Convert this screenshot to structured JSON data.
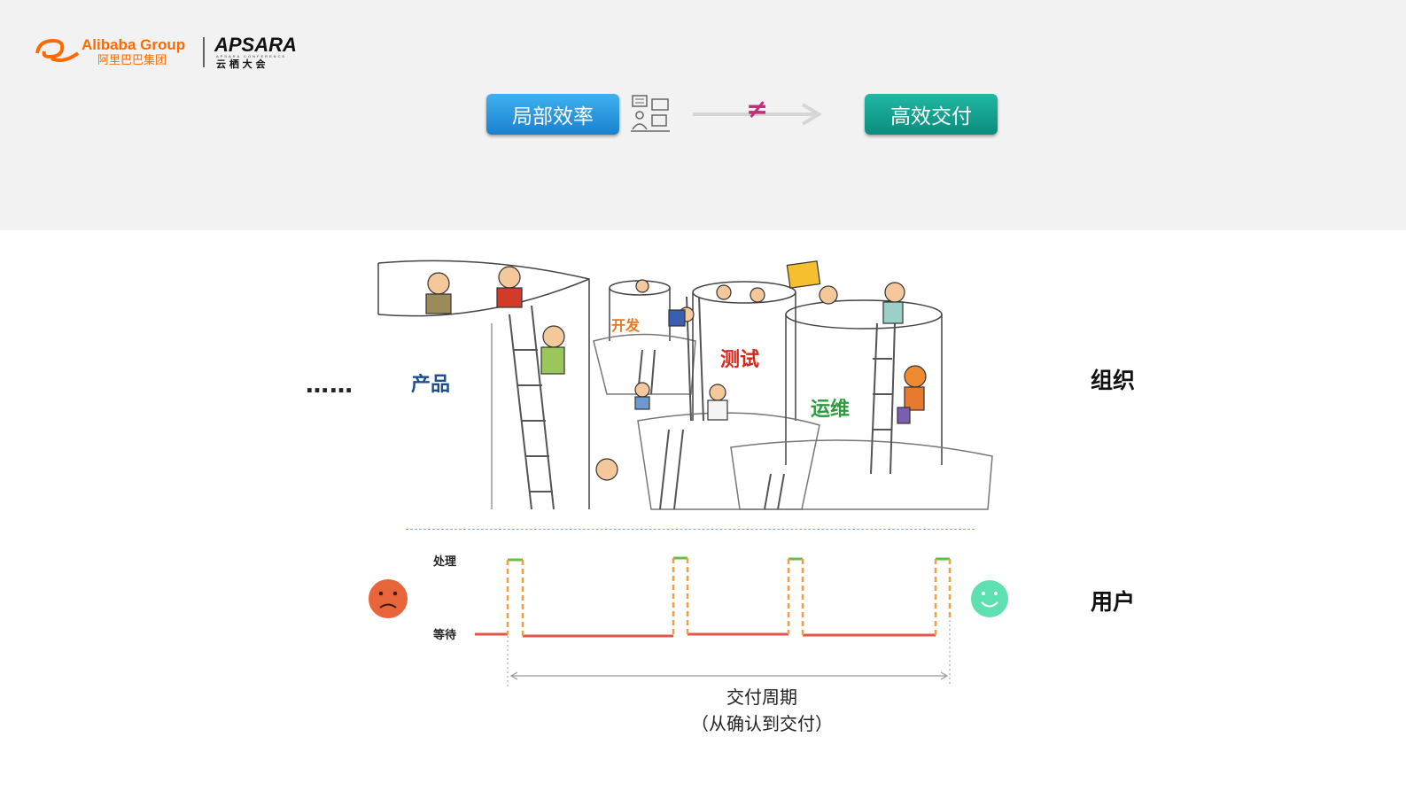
{
  "header": {
    "brand_en": "Alibaba Group",
    "brand_cn": "阿里巴巴集团",
    "event_en": "APSARA",
    "event_sub": "APSARA CONFERENCE",
    "event_cn": "云 栖 大 会"
  },
  "equation": {
    "left_label": "局部效率",
    "operator": "≠",
    "right_label": "高效交付",
    "icon": "team-icon"
  },
  "illustration": {
    "labels": {
      "product": "产品",
      "dev": "开发",
      "test": "测试",
      "ops": "运维"
    },
    "ellipsis": "……",
    "colors": {
      "product": "#1f4e8c",
      "dev": "#e87722",
      "test": "#d9261c",
      "ops": "#2e9b3f"
    }
  },
  "side_labels": {
    "org": "组织",
    "user": "用户"
  },
  "timing": {
    "process_label": "处理",
    "wait_label": "等待",
    "cycle_title": "交付周期",
    "cycle_sub": "（从确认到交付）",
    "sad_icon": "sad-face-icon",
    "happy_icon": "happy-face-icon",
    "colors": {
      "wait_line": "#e2554a",
      "process_top": "#6dbd45",
      "pulse": "#f0a044",
      "sad": "#e8643a",
      "happy": "#5fe0b0"
    }
  }
}
